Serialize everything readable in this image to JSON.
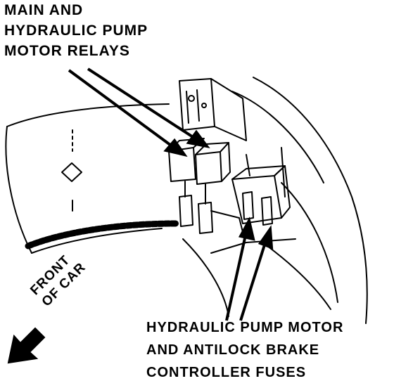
{
  "relay_label": {
    "line1": "MAIN AND",
    "line2": "HYDRAULIC PUMP",
    "line3": "MOTOR RELAYS"
  },
  "fuse_label": {
    "line1": "HYDRAULIC PUMP MOTOR",
    "line2": "AND ANTILOCK BRAKE",
    "line3": "CONTROLLER FUSES"
  },
  "direction_label": {
    "line1": "FRONT",
    "line2": "OF CAR"
  },
  "colors": {
    "ink": "#000000",
    "paper": "#ffffff"
  }
}
